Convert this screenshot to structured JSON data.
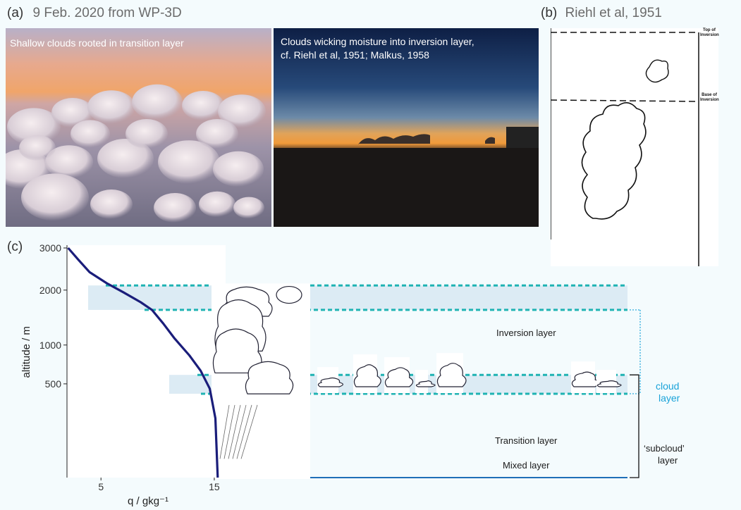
{
  "panels": {
    "a_label": "(a)",
    "a_title": "9 Feb. 2020 from WP-3D",
    "b_label": "(b)",
    "b_title": "Riehl et al, 1951",
    "c_label": "(c)"
  },
  "photos": {
    "left_caption": "Shallow clouds rooted in transition layer",
    "right_caption_line1": "Clouds wicking moisture into inversion layer,",
    "right_caption_line2": "cf. Riehl et al, 1951; Malkus, 1958"
  },
  "riehl": {
    "top_label_1": "Top of",
    "top_label_2": "Inversion",
    "base_label_1": "Base of",
    "base_label_2": "Inversion"
  },
  "chart_data": {
    "type": "line",
    "xlabel": "q / gkg⁻¹",
    "ylabel": "altitude / m",
    "x_ticks": [
      "5",
      "15"
    ],
    "y_ticks": [
      "500",
      "1000",
      "2000",
      "3000"
    ],
    "y_scale": "sqrt",
    "xlim": [
      2,
      16
    ],
    "ylim": [
      0,
      3000
    ],
    "series": [
      {
        "color": "#1a1d7a",
        "x": [
          2.1,
          3.0,
          4.0,
          5.5,
          7.0,
          8.5,
          9.5,
          10.5,
          11.5,
          12.8,
          13.8,
          14.6,
          15.1,
          15.3
        ],
        "y": [
          3000,
          2700,
          2400,
          2150,
          1950,
          1750,
          1600,
          1350,
          1100,
          850,
          650,
          450,
          200,
          0
        ]
      }
    ],
    "layers": [
      {
        "name": "Inversion layer",
        "bottom": 1600,
        "top": 2100
      },
      {
        "name": "Transition layer",
        "bottom": 400,
        "top": 600
      },
      {
        "name": "Mixed layer",
        "bottom": 0,
        "top": 400
      }
    ],
    "annotations": {
      "cloud_layer_1": "cloud",
      "cloud_layer_2": "layer",
      "subcloud_1": "‘subcloud’",
      "subcloud_2": "layer"
    },
    "colors": {
      "profile": "#1a1d7a",
      "dashed": "#1fb3b3",
      "band": "#dcebf4",
      "cloud_layer_text": "#1aa3d9",
      "baseline": "#1f6fb8"
    }
  }
}
